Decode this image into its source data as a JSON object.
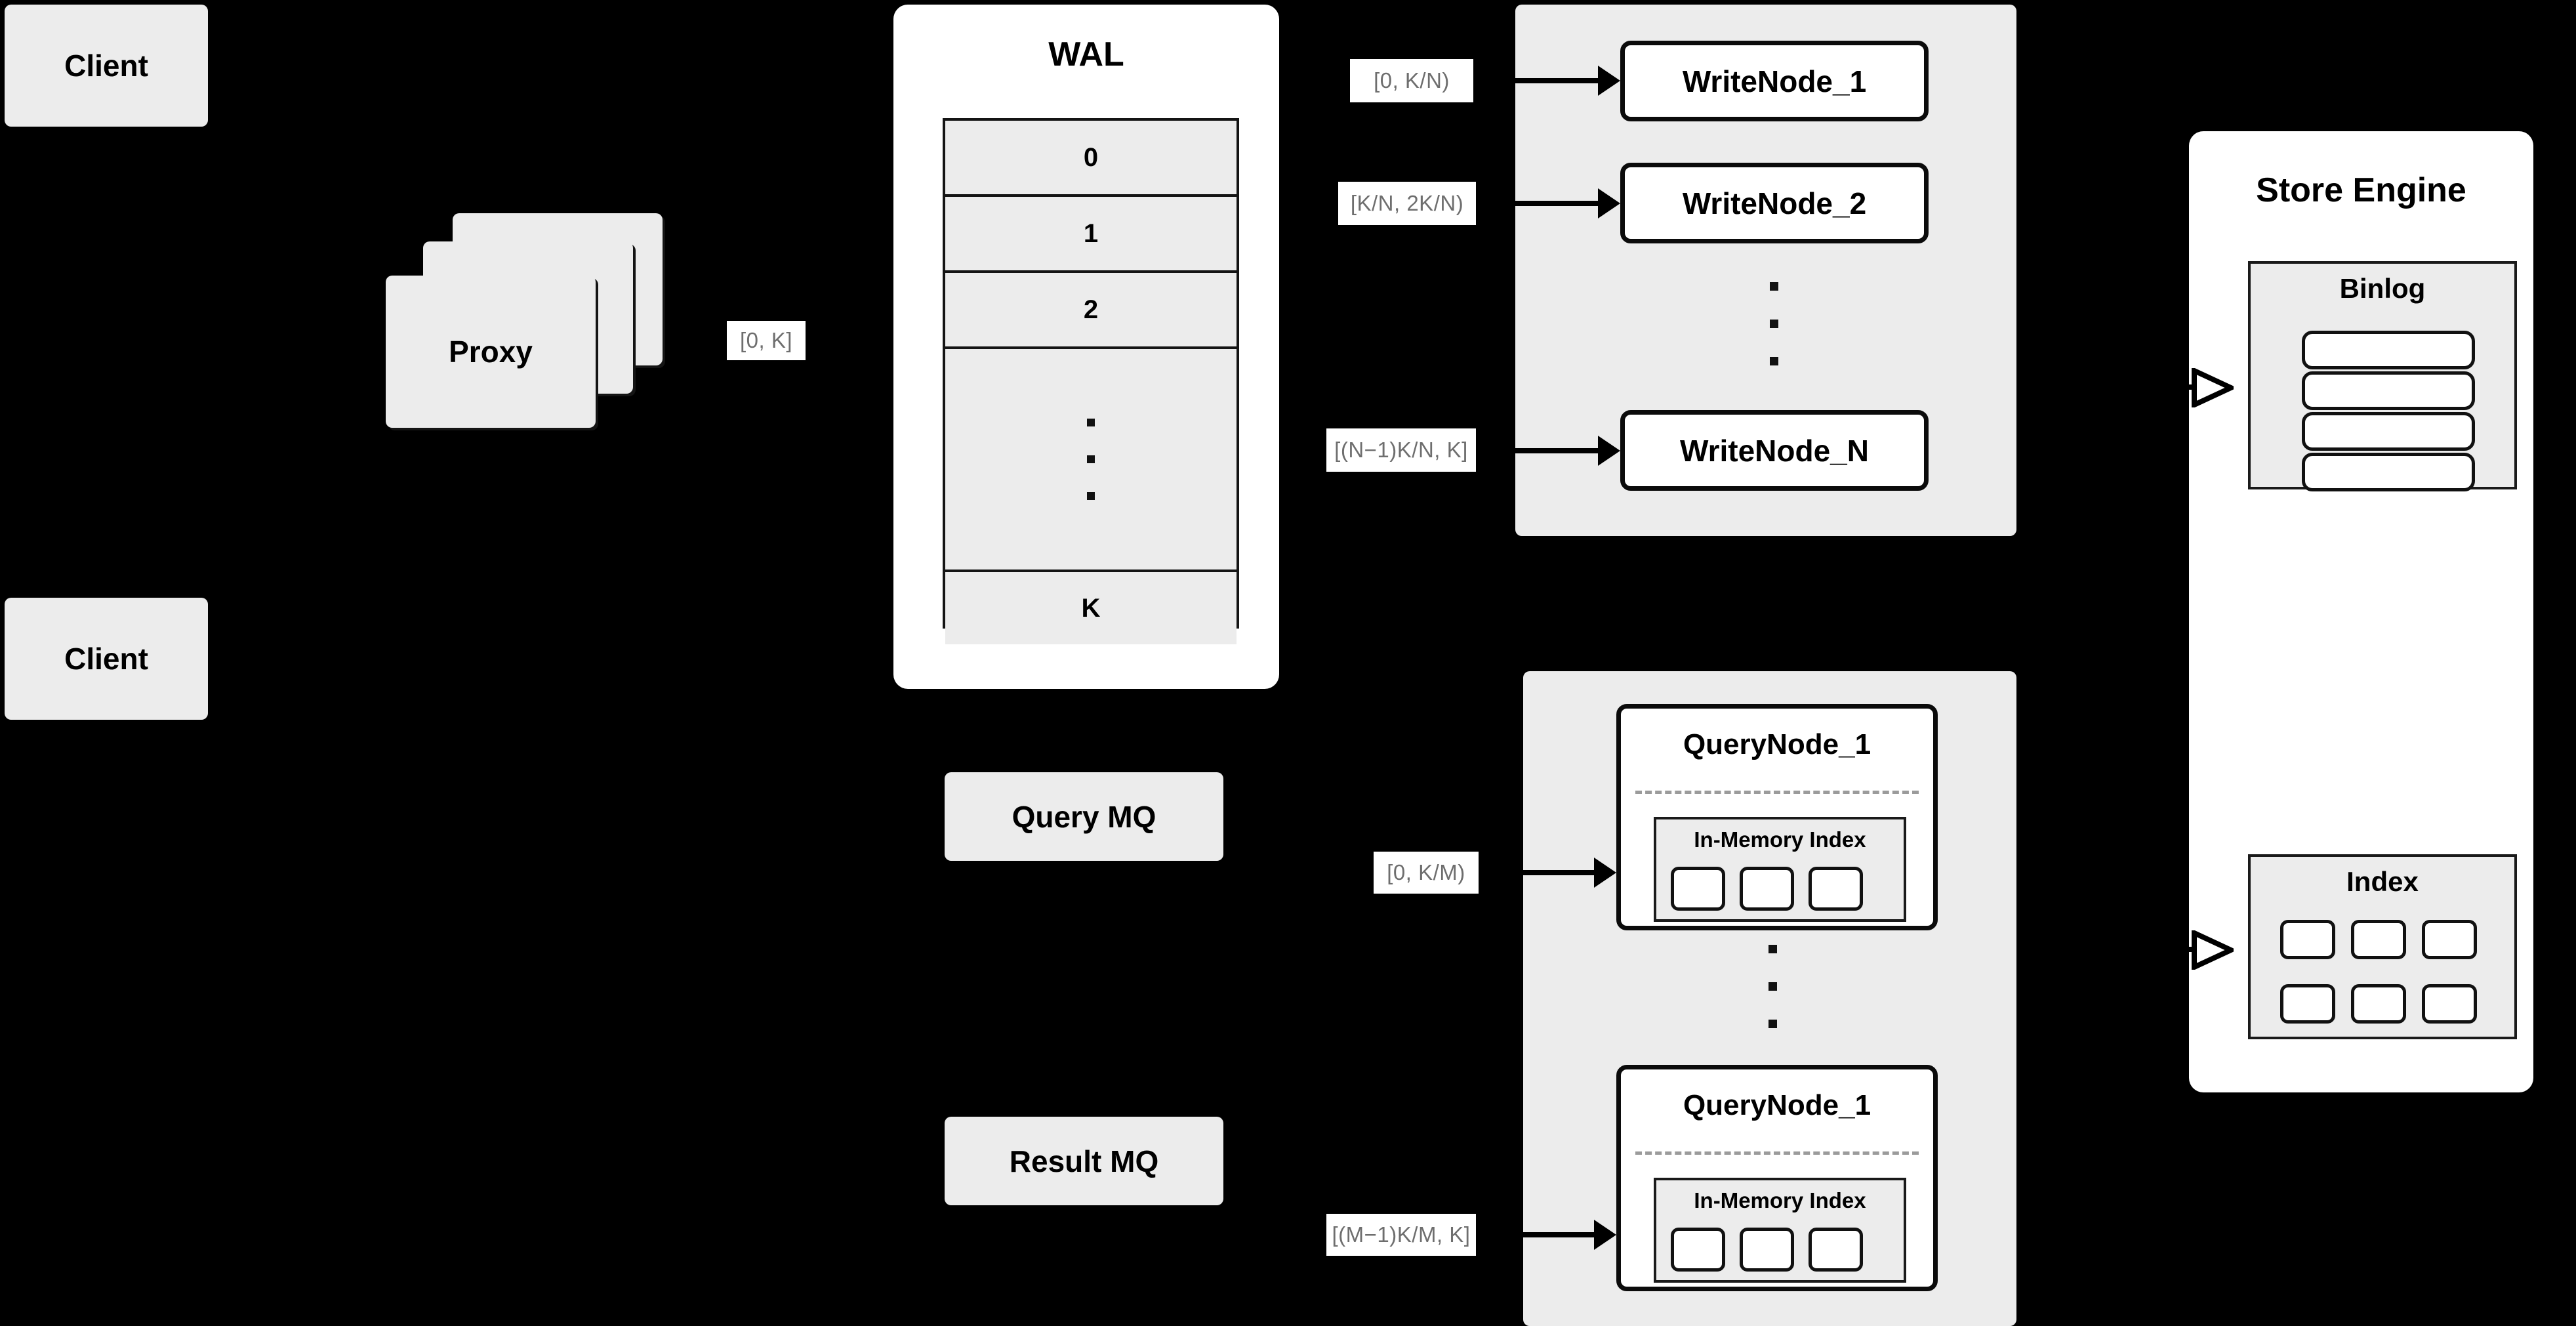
{
  "diagram": {
    "background_color": "#000000",
    "clients": [
      {
        "label": "Client"
      },
      {
        "label": "Client"
      }
    ],
    "proxy": {
      "label": "Proxy",
      "stack_count": 3
    },
    "proxy_range_label": "[0, K]",
    "wal": {
      "title": "WAL",
      "rows": [
        "0",
        "1",
        "2",
        "···",
        "K"
      ],
      "dots_row_index": 3
    },
    "query_mq": {
      "label": "Query MQ"
    },
    "result_mq": {
      "label": "Result MQ"
    },
    "write_nodes": {
      "nodes": [
        {
          "label": "WriteNode_1",
          "range": "[0,  K/N)"
        },
        {
          "label": "WriteNode_2",
          "range": "[K/N, 2K/N)"
        },
        {
          "label": "WriteNode_N",
          "range": "[(N−1)K/N,  K]"
        }
      ],
      "ellipsis": "vertical-dots"
    },
    "query_nodes": {
      "nodes": [
        {
          "label": "QueryNode_1",
          "range": "[0, K/M)",
          "inner": {
            "title": "In-Memory Index",
            "chip_count": 3
          }
        },
        {
          "label": "QueryNode_1",
          "range": "[(M−1)K/M, K]",
          "inner": {
            "title": "In-Memory Index",
            "chip_count": 3
          }
        }
      ],
      "ellipsis": "vertical-dots"
    },
    "store_engine": {
      "title": "Store Engine",
      "binlog": {
        "title": "Binlog",
        "row_count": 4
      },
      "index": {
        "title": "Index",
        "chip_rows": 2,
        "chip_cols": 3
      }
    },
    "colors": {
      "canvas": "#000000",
      "grey_fill": "#ececec",
      "white_fill": "#ffffff",
      "stroke": "#111111",
      "label_text": "#6e6e6e"
    }
  }
}
